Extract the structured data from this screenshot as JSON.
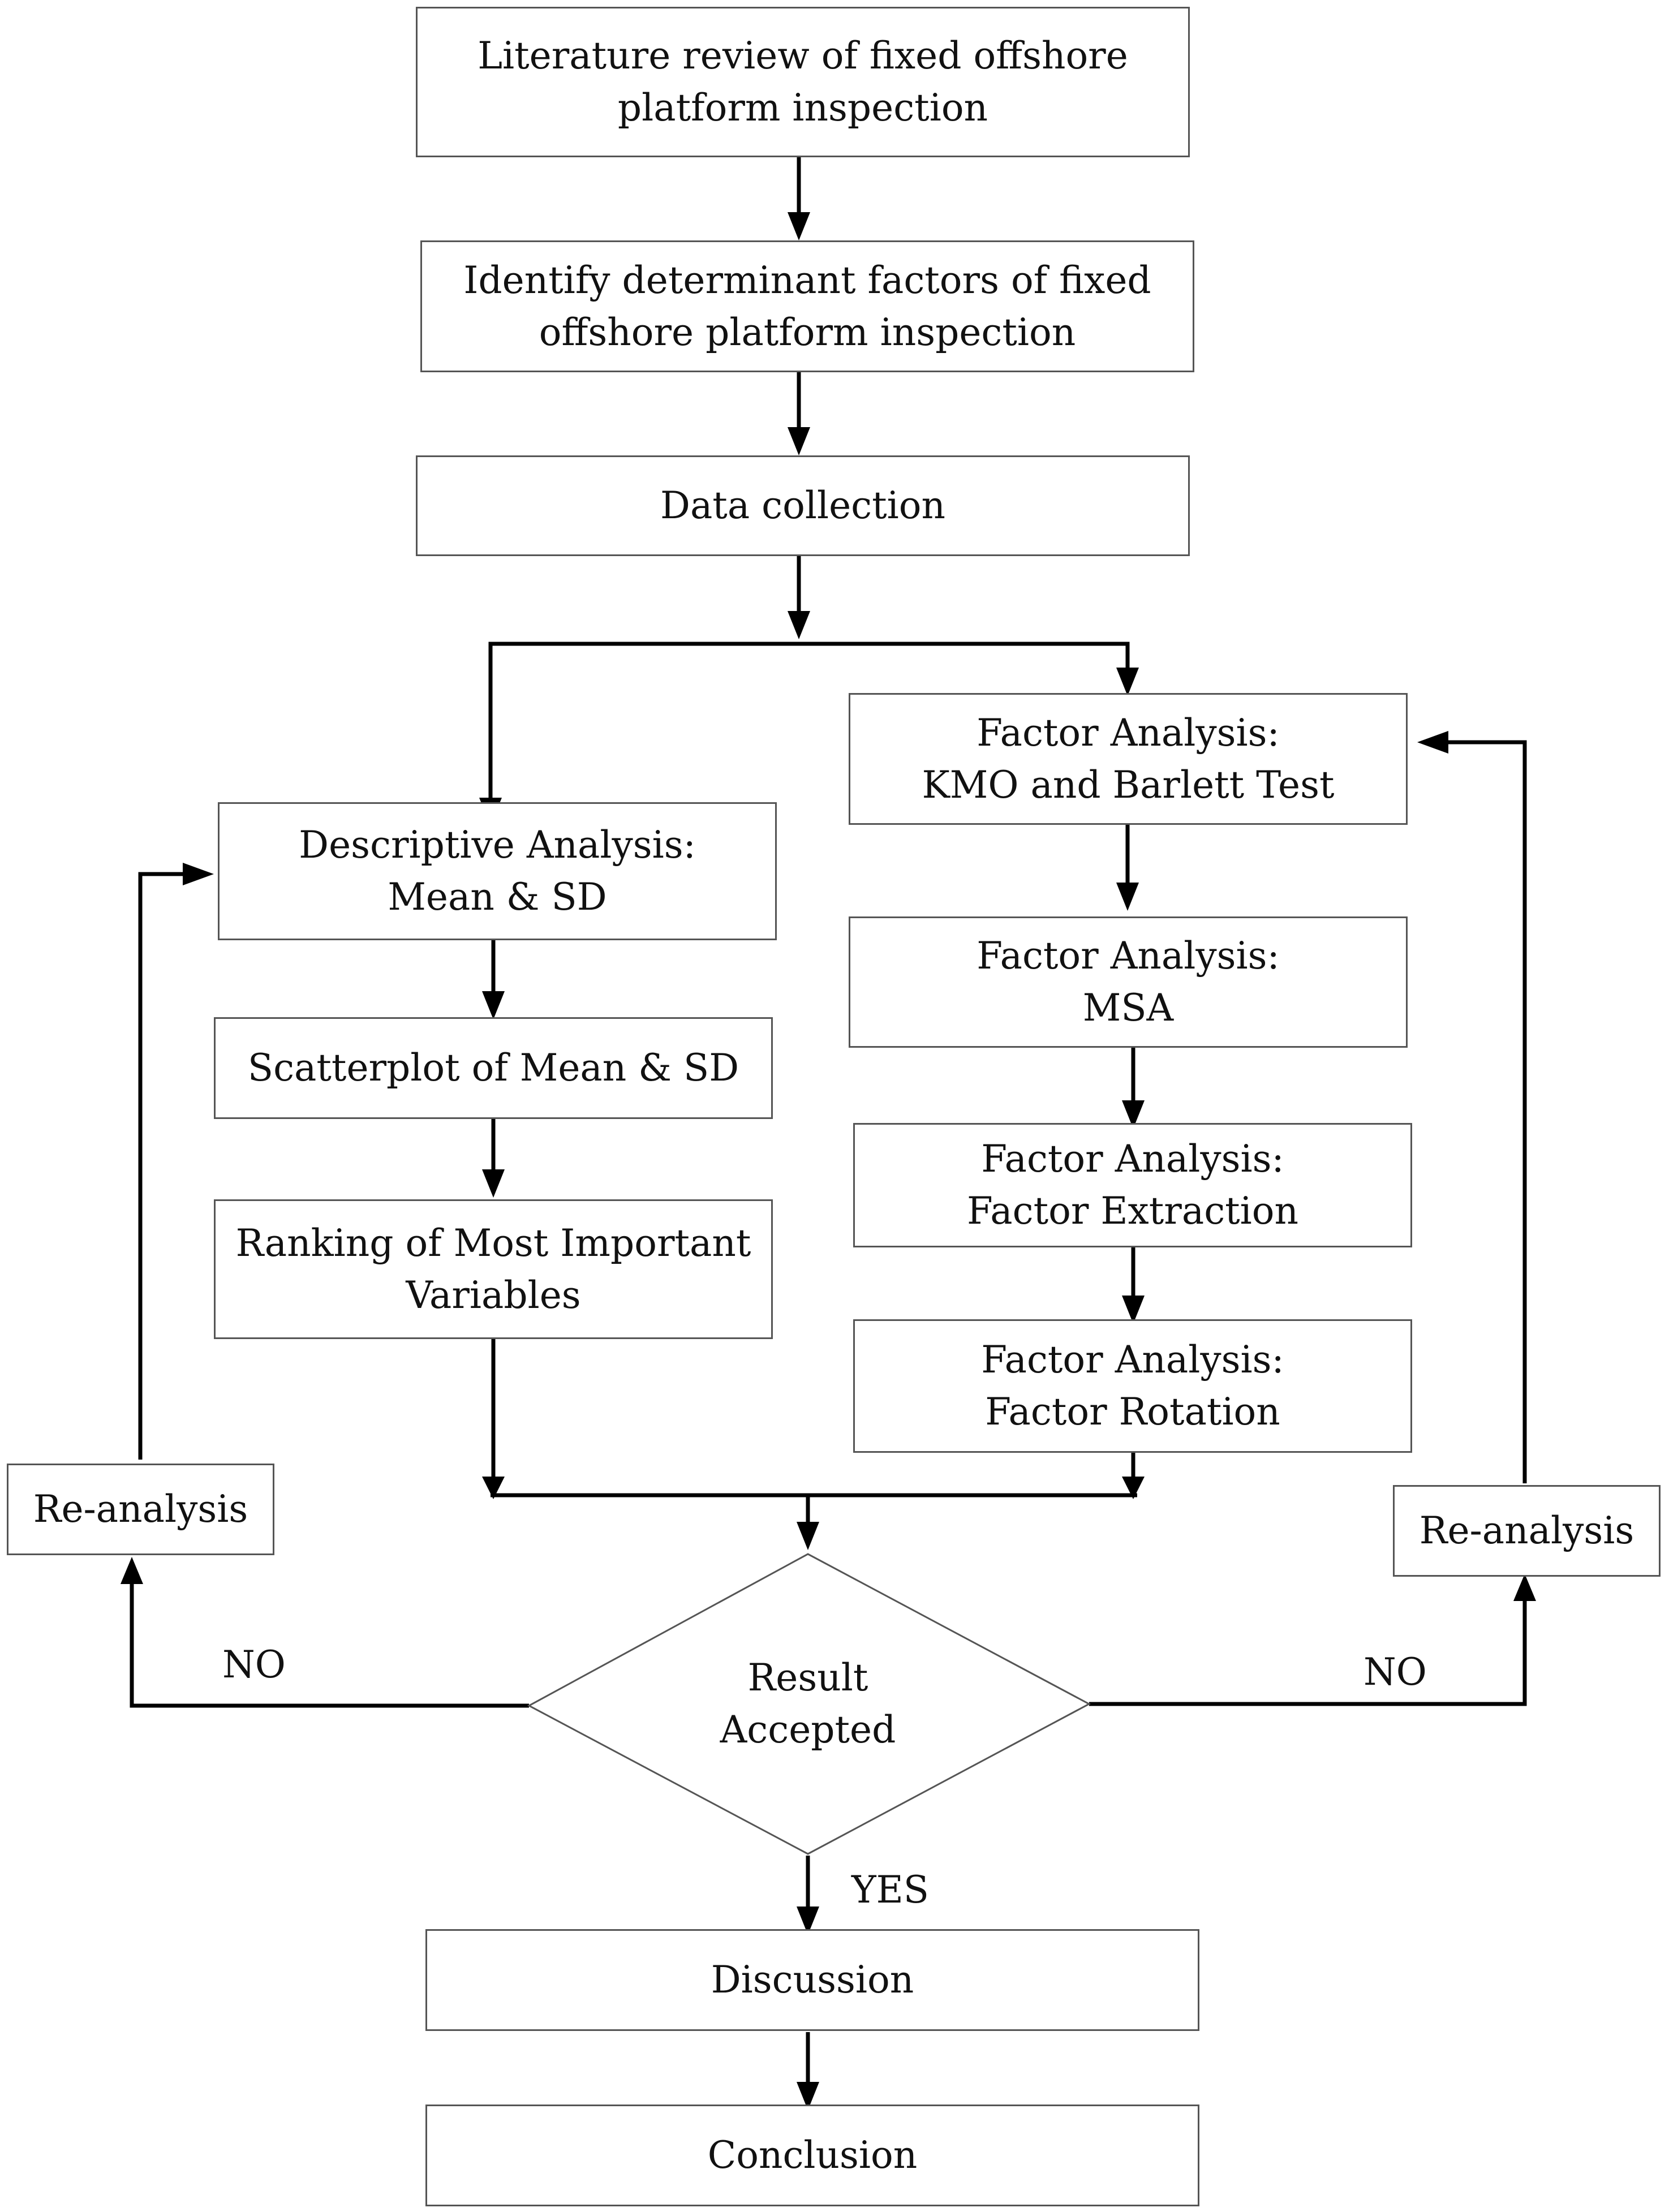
{
  "nodes": {
    "lit_review": [
      "Literature review of fixed offshore",
      "platform inspection"
    ],
    "identify": [
      "Identify determinant factors of fixed",
      "offshore platform inspection"
    ],
    "data_collection": [
      "Data collection"
    ],
    "descriptive": [
      "Descriptive Analysis:",
      "Mean & SD"
    ],
    "scatterplot": [
      "Scatterplot of Mean & SD"
    ],
    "ranking": [
      "Ranking of Most Important",
      "Variables"
    ],
    "fa_kmo": [
      "Factor Analysis:",
      "KMO and Barlett Test"
    ],
    "fa_msa": [
      "Factor Analysis:",
      "MSA"
    ],
    "fa_extraction": [
      "Factor Analysis:",
      "Factor Extraction"
    ],
    "fa_rotation": [
      "Factor Analysis:",
      "Factor Rotation"
    ],
    "reanalysis_left": [
      "Re-analysis"
    ],
    "reanalysis_right": [
      "Re-analysis"
    ],
    "decision": [
      "Result",
      "Accepted"
    ],
    "discussion": [
      "Discussion"
    ],
    "conclusion": [
      "Conclusion"
    ]
  },
  "edge_labels": {
    "no_left": "NO",
    "no_right": "NO",
    "yes": "YES"
  },
  "colors": {
    "line": "#000000",
    "border": "#555555",
    "text": "#111111"
  }
}
